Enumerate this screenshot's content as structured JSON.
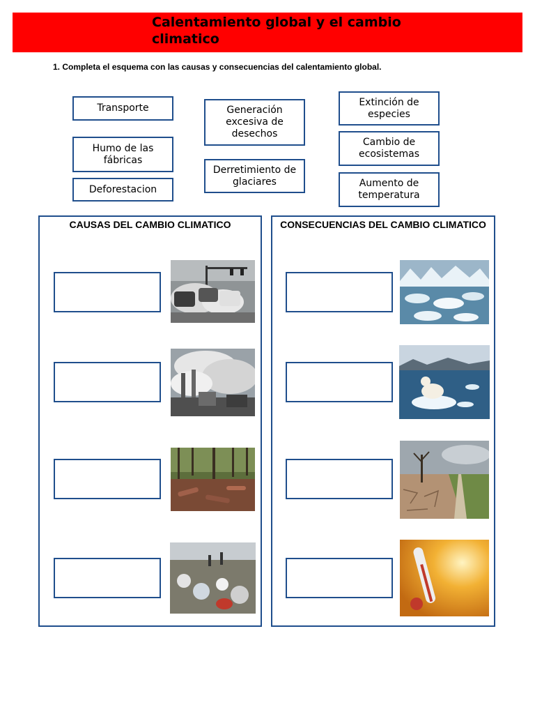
{
  "title": {
    "line1": "Calentamiento global y el cambio",
    "line2": "climatico"
  },
  "instruction": "1. Completa el esquema con las causas y consecuencias del calentamiento global.",
  "word_bank": {
    "transporte": "Transporte",
    "humo_line1": "Humo de las",
    "humo_line2": "fábricas",
    "deforestacion": "Deforestacion",
    "generacion_line1": "Generación",
    "generacion_line2": "excesiva de",
    "generacion_line3": "desechos",
    "derretimiento_line1": "Derretimiento de",
    "derretimiento_line2": "glaciares",
    "extincion_line1": "Extinción de",
    "extincion_line2": "especies",
    "cambio_line1": "Cambio de",
    "cambio_line2": "ecosistemas",
    "aumento_line1": "Aumento de",
    "aumento_line2": "temperatura"
  },
  "causes_panel": {
    "heading": "CAUSAS DEL CAMBIO CLIMATICO",
    "images": [
      "traffic-exhaust-photo",
      "factory-smoke-photo",
      "deforestation-photo",
      "garbage-photo"
    ]
  },
  "consequences_panel": {
    "heading": "CONSECUENCIAS DEL CAMBIO CLIMATICO",
    "images": [
      "melting-ice-photo",
      "polar-bear-photo",
      "drought-photo",
      "thermometer-heat-photo"
    ]
  },
  "colors": {
    "banner": "#ff0000",
    "border": "#1f4e8c"
  }
}
